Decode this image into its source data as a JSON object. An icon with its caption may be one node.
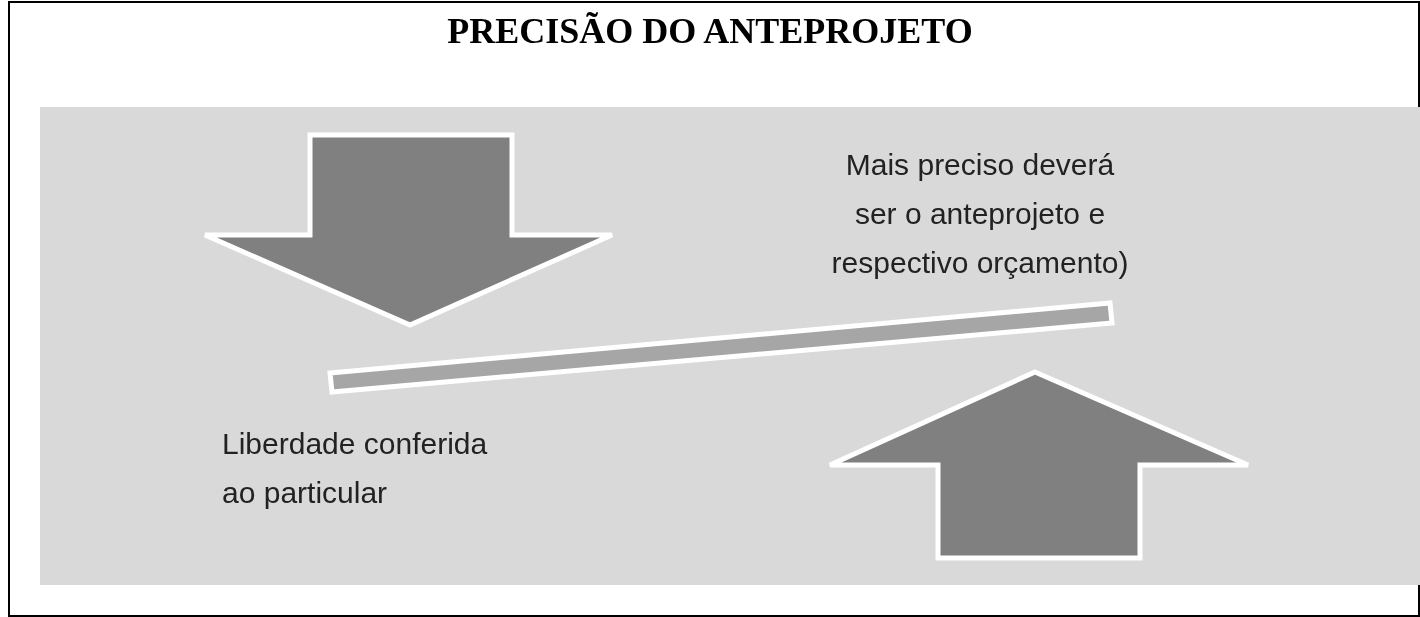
{
  "diagram": {
    "title": "PRECISÃO DO ANTEPROJETO",
    "labels": [
      "Mais preciso deverá ser o anteprojeto e respectivo orçamento)",
      "Liberdade conferida ao particular"
    ]
  }
}
